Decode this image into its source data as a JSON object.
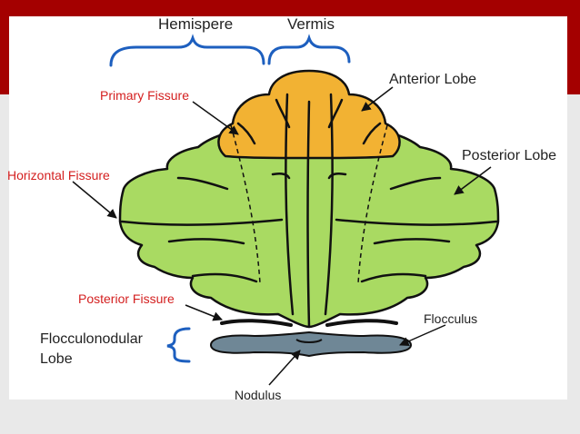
{
  "slide": {
    "colors": {
      "band": "#a40000",
      "frame": "#e9e9e9",
      "background": "#ffffff",
      "anterior_fill": "#f2b233",
      "posterior_fill": "#a9da62",
      "flocculonodular_fill": "#6f8796",
      "outline": "#111111",
      "red_label": "#d42020",
      "bracket": "#1d5fbf",
      "text": "#222222"
    }
  },
  "labels": {
    "hemisphere": "Hemispere",
    "vermis": "Vermis",
    "anterior_lobe": "Anterior Lobe",
    "primary_fissure": "Primary Fissure",
    "posterior_lobe": "Posterior Lobe",
    "horizontal_fissure": "Horizontal Fissure",
    "posterior_fissure": "Posterior Fissure",
    "flocculus": "Flocculus",
    "flocculonodular_line1": "Flocculonodular",
    "flocculonodular_line2": "Lobe",
    "nodulus": "Nodulus"
  }
}
